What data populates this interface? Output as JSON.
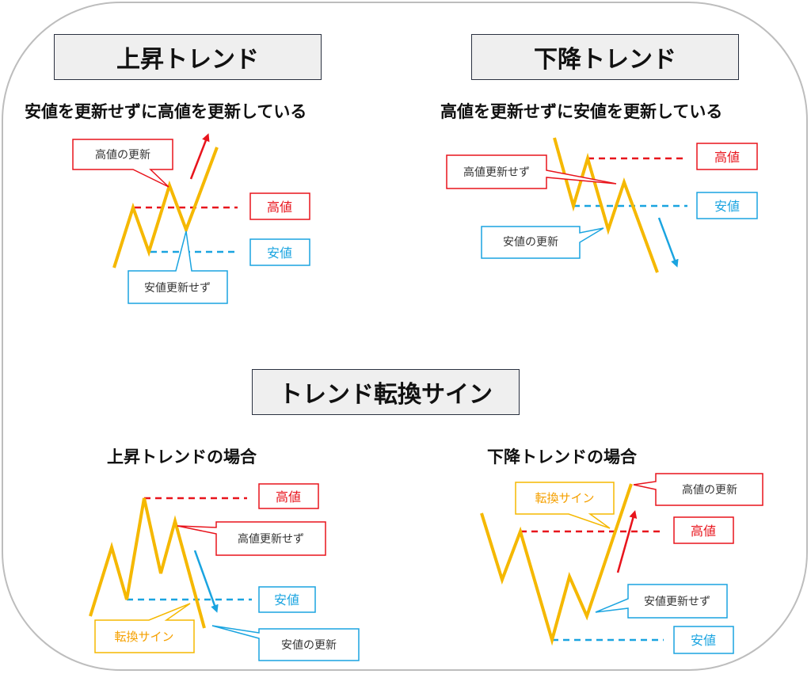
{
  "colors": {
    "trend_line": "#f5b800",
    "high": "#e8141c",
    "low": "#1aa4e0",
    "title_bg": "#efefef",
    "title_border": "#2a3140",
    "sign": "#f5b800"
  },
  "uptrend": {
    "title": "上昇トレンド",
    "subtitle": "安値を更新せずに高値を更新している",
    "callout_high_update": "高値の更新",
    "callout_low_no_update": "安値更新せず",
    "label_high": "高値",
    "label_low": "安値"
  },
  "downtrend": {
    "title": "下降トレンド",
    "subtitle": "高値を更新せずに安値を更新している",
    "callout_high_no_update": "高値更新せず",
    "callout_low_update": "安値の更新",
    "label_high": "高値",
    "label_low": "安値"
  },
  "reversal": {
    "title": "トレンド転換サイン",
    "up_case": {
      "subtitle": "上昇トレンドの場合",
      "label_high": "高値",
      "callout_high_no_update": "高値更新せず",
      "label_low": "安値",
      "callout_sign": "転換サイン",
      "callout_low_update": "安値の更新"
    },
    "down_case": {
      "subtitle": "下降トレンドの場合",
      "callout_sign": "転換サイン",
      "callout_high_update": "高値の更新",
      "label_high": "高値",
      "callout_low_no_update": "安値更新せず",
      "label_low": "安値"
    }
  }
}
